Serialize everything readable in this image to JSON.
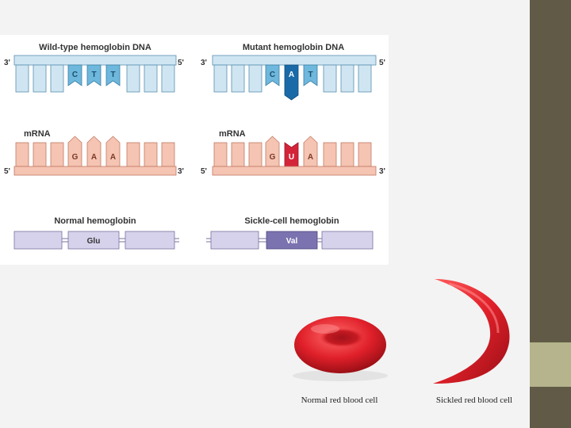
{
  "figure": {
    "wild_dna_title": "Wild-type hemoglobin DNA",
    "mutant_dna_title": "Mutant hemoglobin DNA",
    "wild_dna_left_end": "3'",
    "wild_dna_right_end": "5'",
    "mutant_dna_left_end": "3'",
    "mutant_dna_right_end": "5'",
    "wild_dna_bases": [
      "C",
      "T",
      "T"
    ],
    "mutant_dna_bases": [
      "C",
      "A",
      "T"
    ],
    "wild_mrna_label": "mRNA",
    "mutant_mrna_label": "mRNA",
    "wild_mrna_left_end": "5'",
    "wild_mrna_right_end": "3'",
    "mutant_mrna_left_end": "5'",
    "mutant_mrna_right_end": "3'",
    "wild_mrna_bases": [
      "G",
      "A",
      "A"
    ],
    "mutant_mrna_bases": [
      "G",
      "U",
      "A"
    ],
    "normal_protein_title": "Normal hemoglobin",
    "sickle_protein_title": "Sickle-cell hemoglobin",
    "normal_amino_acid": "Glu",
    "sickle_amino_acid": "Val"
  },
  "cells": {
    "normal_caption": "Normal red blood cell",
    "sickled_caption": "Sickled red blood cell"
  },
  "colors": {
    "dna_fill": "#cfe6f2",
    "dna_stroke": "#5a8fb0",
    "dna_codon": "#6db8dc",
    "mutation_dna": "#1a6aa8",
    "mrna_fill": "#f5c4b2",
    "mrna_stroke": "#c07a65",
    "mutation_mrna": "#d4243a",
    "protein_fill": "#d6d2ec",
    "protein_stroke": "#77729e",
    "val_fill": "#7b72b0",
    "blood_red": "#e0202a",
    "sidebar": "#605a46",
    "sidebar_accent": "#b5b48c"
  }
}
